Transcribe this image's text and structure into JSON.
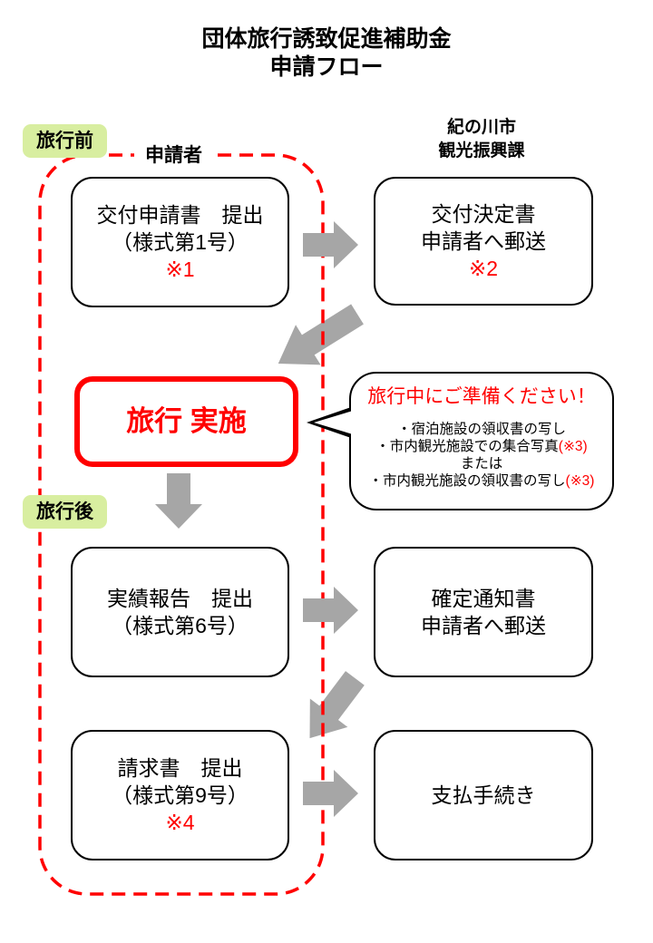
{
  "title": {
    "line1": "団体旅行誘致促進補助金",
    "line2": "申請フロー"
  },
  "labels": {
    "before_travel": "旅行前",
    "after_travel": "旅行後",
    "applicant": "申請者",
    "city_line1": "紀の川市",
    "city_line2": "観光振興課"
  },
  "flow": {
    "step1": {
      "line1": "交付申請書　提出",
      "line2": "（様式第1号）",
      "note": "※1"
    },
    "step1_result": {
      "line1": "交付決定書",
      "line2": "申請者へ郵送",
      "note": "※2"
    },
    "travel": {
      "label": "旅行 実施"
    },
    "step2": {
      "line1": "実績報告　提出",
      "line2": "（様式第6号）"
    },
    "step2_result": {
      "line1": "確定通知書",
      "line2": "申請者へ郵送"
    },
    "step3": {
      "line1": "請求書　提出",
      "line2": "（様式第9号）",
      "note": "※4"
    },
    "step3_result": {
      "line1": "支払手続き"
    }
  },
  "callout": {
    "title": "旅行中にご準備ください！",
    "item1": "・宿泊施設の領収書の写し",
    "item2": "・市内観光施設での集合写真",
    "item2_note": "(※3)",
    "item3": "または",
    "item4": "・市内観光施設の領収書の写し",
    "item4_note": "(※3)"
  },
  "colors": {
    "red": "#ff0000",
    "arrow_gray": "#a6a6a6",
    "label_green": "#d8eea0",
    "box_border": "#000000"
  }
}
